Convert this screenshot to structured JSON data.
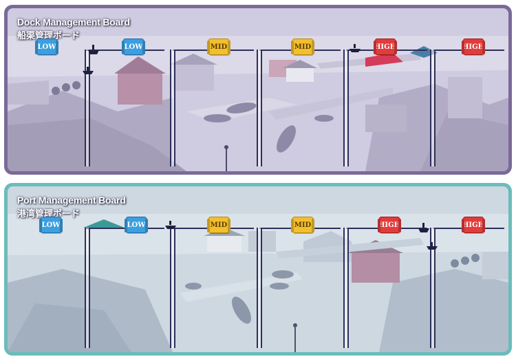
{
  "boards": [
    {
      "id": "dock",
      "title": "Dock Management Board",
      "subtitle": "船渠管理ボード",
      "frame_color": "#7a6a98",
      "slots": [
        {
          "tier": "LOW"
        },
        {
          "tier": "LOW"
        },
        {
          "tier": "MID"
        },
        {
          "tier": "MID"
        },
        {
          "tier": "HIGH"
        },
        {
          "tier": "HIGH"
        }
      ],
      "ship_icons": 3
    },
    {
      "id": "port",
      "title": "Port Management Board",
      "subtitle": "港湾管理ボード",
      "frame_color": "#6bbcbc",
      "slots": [
        {
          "tier": "LOW"
        },
        {
          "tier": "LOW"
        },
        {
          "tier": "MID"
        },
        {
          "tier": "MID"
        },
        {
          "tier": "HIGH"
        },
        {
          "tier": "HIGH"
        }
      ],
      "ship_icons": 3
    }
  ],
  "tier_colors": {
    "LOW": "#3b9fe0",
    "MID": "#f2bf2e",
    "HIGH": "#e23b3b"
  }
}
